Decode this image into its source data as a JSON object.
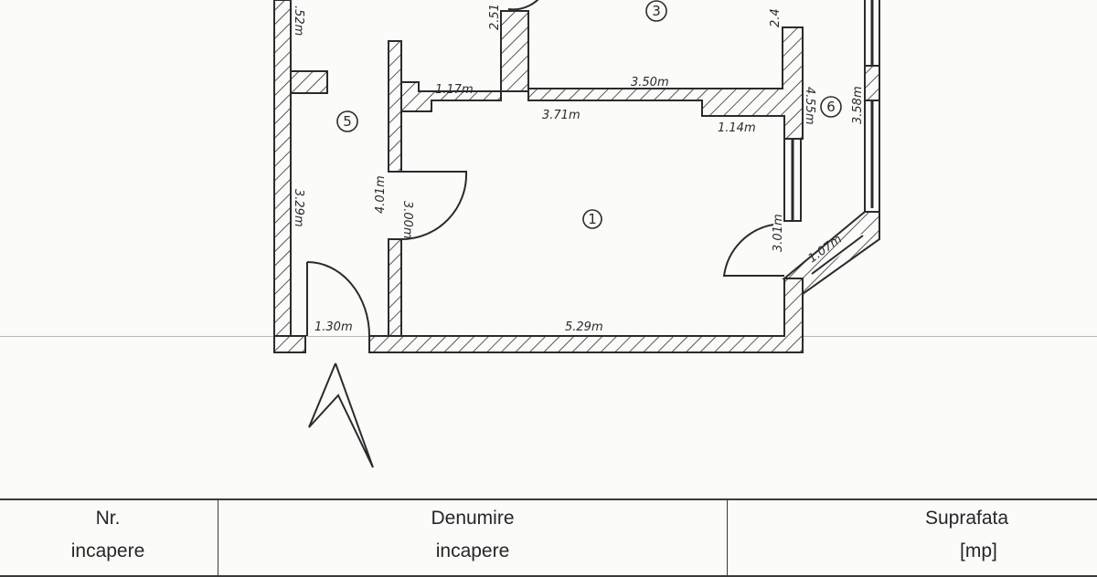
{
  "plan": {
    "rooms": [
      {
        "number": "1",
        "label": "①"
      },
      {
        "number": "3",
        "label": "③"
      },
      {
        "number": "5",
        "label": "⑤"
      },
      {
        "number": "6",
        "label": "⑥"
      }
    ],
    "dimensions": {
      "top_left_partial": ".52m",
      "left_wall": "3.29m",
      "entry_width": "1.30m",
      "hall_wall": "4.01m",
      "door_1": "3.00m",
      "upper_short": "1.17m",
      "upper_partial": "2.51",
      "top_span": "3.50m",
      "inner_top": "3.71m",
      "right_short": "1.14m",
      "right_partial": "2.4",
      "right_wall": "4.55m",
      "window_wall": "3.58m",
      "door_right": "3.01m",
      "bay_window": "1.07m",
      "bottom_wall": "5.29m"
    },
    "north_arrow": "north-arrow-icon"
  },
  "table": {
    "headers": [
      {
        "line1": "Nr.",
        "line2": "incapere"
      },
      {
        "line1": "Denumire",
        "line2": "incapere"
      },
      {
        "line1": "Suprafata",
        "line2": "[mp]"
      }
    ]
  }
}
